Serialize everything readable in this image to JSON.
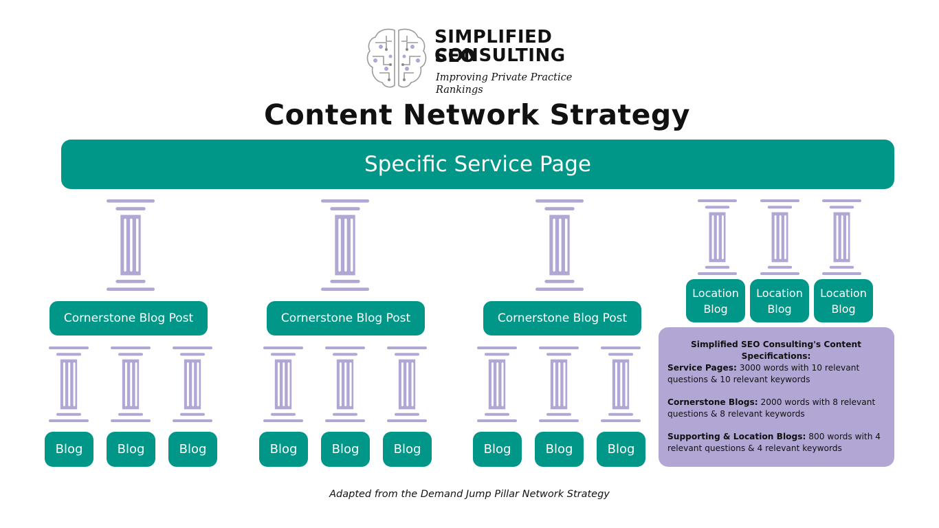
{
  "logo": {
    "line1": "SIMPLIFIED SEO",
    "line2": "CONSULTING",
    "tagline": "Improving Private Practice Rankings",
    "icon": "brain-circuit-icon"
  },
  "title": "Content Network Strategy",
  "top_box": "Specific Service Page",
  "colors": {
    "teal": "#009688",
    "lavender": "#B1A6D4",
    "text": "#111111"
  },
  "clusters": [
    {
      "cornerstone": "Cornerstone Blog Post",
      "blogs": [
        "Blog",
        "Blog",
        "Blog"
      ]
    },
    {
      "cornerstone": "Cornerstone Blog Post",
      "blogs": [
        "Blog",
        "Blog",
        "Blog"
      ]
    },
    {
      "cornerstone": "Cornerstone Blog Post",
      "blogs": [
        "Blog",
        "Blog",
        "Blog"
      ]
    }
  ],
  "location_blogs": [
    {
      "line1": "Location",
      "line2": "Blog"
    },
    {
      "line1": "Location",
      "line2": "Blog"
    },
    {
      "line1": "Location",
      "line2": "Blog"
    }
  ],
  "specs": {
    "heading": "Simplified SEO Consulting's Content Specifications:",
    "items": [
      {
        "label": "Service Pages:",
        "text": " 3000 words with 10 relevant questions & 10 relevant keywords"
      },
      {
        "label": "Cornerstone Blogs:",
        "text": " 2000 words with 8 relevant questions & 8 relevant keywords"
      },
      {
        "label": "Supporting & Location Blogs:",
        "text": " 800 words with 4 relevant questions & 4 relevant keywords"
      }
    ]
  },
  "footer": "Adapted from the Demand Jump Pillar Network Strategy"
}
